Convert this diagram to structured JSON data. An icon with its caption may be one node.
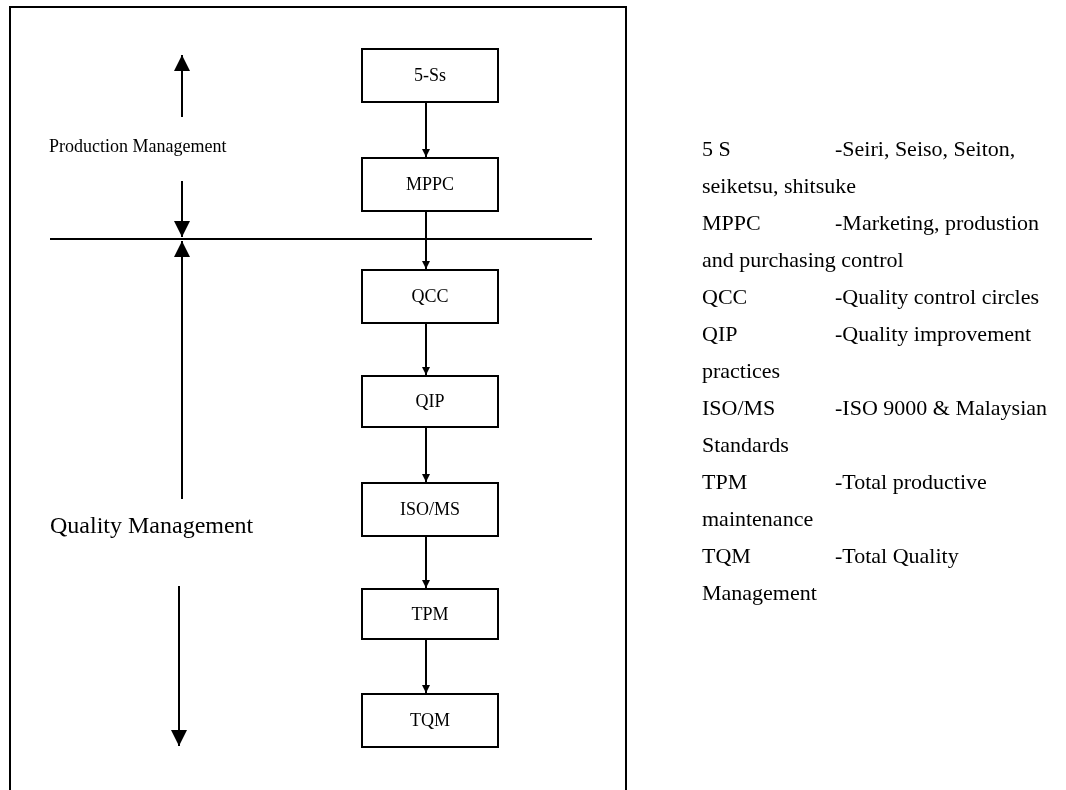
{
  "diagram": {
    "nodes": [
      {
        "text": [
          "5-Ss"
        ]
      },
      {
        "text": [
          "MPPC"
        ]
      },
      {
        "text": [
          "QCC"
        ]
      },
      {
        "text": [
          "QIP"
        ]
      },
      {
        "text": [
          "ISO/MS"
        ]
      },
      {
        "text": [
          "TPM"
        ]
      },
      {
        "text": [
          "TQM"
        ]
      }
    ],
    "edges": [
      {
        "from": 0,
        "to": 1,
        "arrow": "to"
      },
      {
        "from": 1,
        "to": 2,
        "arrow": "to"
      },
      {
        "from": 2,
        "to": 3,
        "arrow": "to"
      },
      {
        "from": 3,
        "to": 4,
        "arrow": "to"
      },
      {
        "from": 4,
        "to": 5,
        "arrow": "to"
      },
      {
        "from": 5,
        "to": 6,
        "arrow": "to"
      }
    ],
    "labels": [
      "Production Management",
      "Quality Management",
      "5 S",
      "-Seiri, Seiso, Seiton, seiketsu, shitsuke",
      "MPPC",
      "-Marketing, produstion and purchasing control",
      "QCC",
      "-Quality control circles",
      "QIP",
      "-Quality improvement practices",
      "ISO/MS",
      "-ISO 9000 & Malaysian Standards",
      "TPM",
      "-Total productive maintenance",
      "TQM",
      "-Total Quality Management"
    ]
  }
}
